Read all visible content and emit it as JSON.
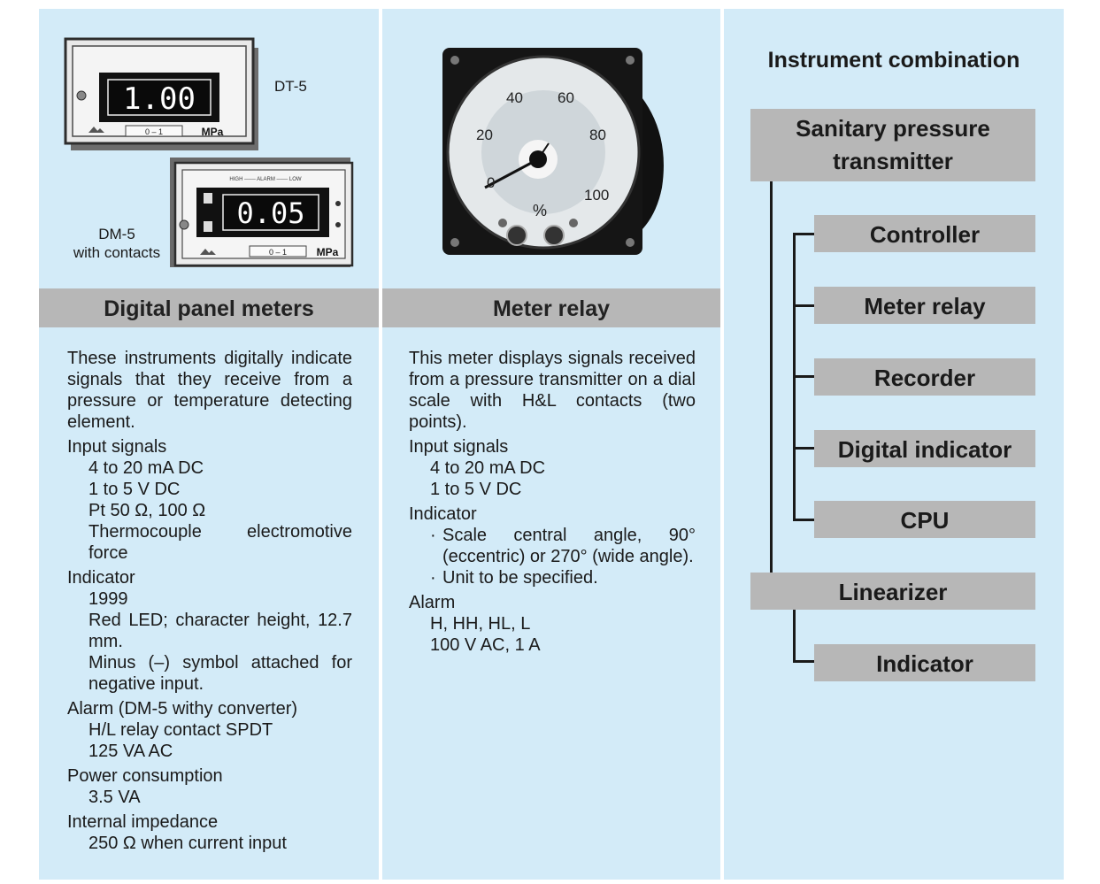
{
  "col1": {
    "devices": [
      {
        "model": "DT-5",
        "display": "1.00",
        "range": "0 – 1",
        "unit": "MPa"
      },
      {
        "model_line1": "DM-5",
        "model_line2": "with contacts",
        "display": "0.05",
        "range": "0 – 1",
        "unit": "MPa",
        "alarm_strip": "HIGH ─── ALARM ─── LOW"
      }
    ],
    "heading": "Digital panel meters",
    "intro": "These instruments digitally indicate signals that they receive from a pressure or temperature detecting element.",
    "sections": [
      {
        "title": "Input signals",
        "lines": [
          "4 to 20 mA DC",
          "1 to 5 V DC",
          "Pt 50 Ω, 100 Ω",
          "Thermocouple electromotive force"
        ]
      },
      {
        "title": "Indicator",
        "lines": [
          "1999",
          "Red LED; character height, 12.7 mm.",
          "Minus (–) symbol attached for negative input."
        ]
      },
      {
        "title": "Alarm (DM-5 withy converter)",
        "lines": [
          "H/L relay contact SPDT",
          "125 VA AC"
        ]
      },
      {
        "title": "Power consumption",
        "lines": [
          "3.5 VA"
        ]
      },
      {
        "title": "Internal impedance",
        "lines": [
          "250 Ω when current input"
        ]
      }
    ]
  },
  "col2": {
    "dial": {
      "scale": [
        "0",
        "20",
        "40",
        "60",
        "80",
        "100"
      ],
      "unit": "%"
    },
    "heading": "Meter relay",
    "intro": "This meter displays signals received from a pressure transmitter on a dial scale with H&L contacts (two points).",
    "input_title": "Input signals",
    "input_lines": [
      "4 to 20 mA DC",
      "1 to 5 V DC"
    ],
    "indicator_title": "Indicator",
    "indicator_bullets": [
      "Scale central angle, 90° (eccentric) or 270° (wide angle).",
      "Unit to be specified."
    ],
    "alarm_title": "Alarm",
    "alarm_lines": [
      "H, HH, HL, L",
      "100 V AC, 1 A"
    ]
  },
  "col3": {
    "title": "Instrument combination",
    "root_line1": "Sanitary pressure",
    "root_line2": "transmitter",
    "children": [
      "Controller",
      "Meter relay",
      "Recorder",
      "Digital indicator",
      "CPU"
    ],
    "linearizer": "Linearizer",
    "linearizer_child": "Indicator"
  }
}
